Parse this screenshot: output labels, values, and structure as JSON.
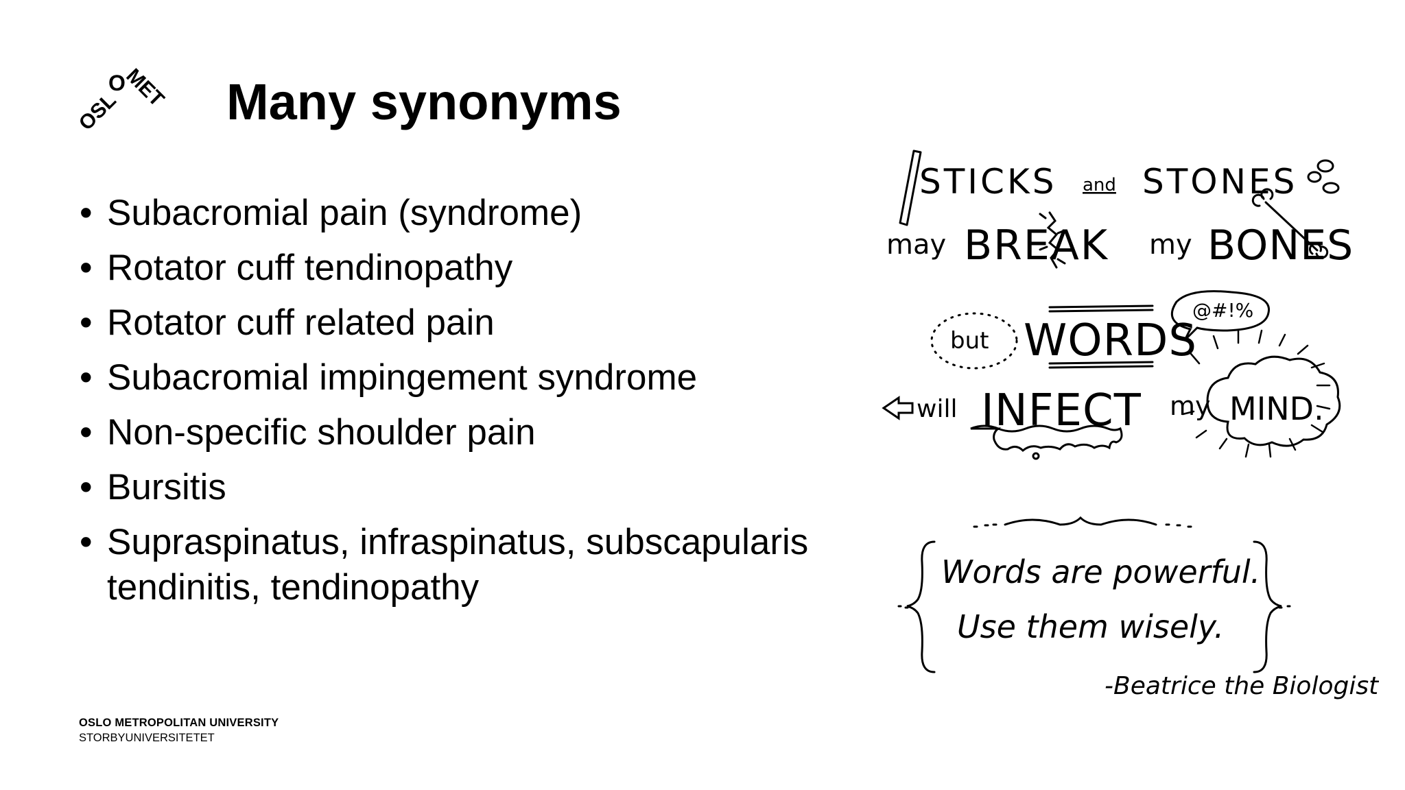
{
  "logo": {
    "text": "OSLOMET"
  },
  "title": "Many synonyms",
  "bullets": [
    "Subacromial pain (syndrome)",
    "Rotator cuff tendinopathy",
    "Rotator cuff related pain",
    "Subacromial impingement syndrome",
    "Non-specific shoulder pain",
    "Bursitis",
    "Supraspinatus, infraspinatus, subscapularis tendinitis, tendinopathy"
  ],
  "bullet_symbol": "•",
  "footer": {
    "university": "OSLO METROPOLITAN UNIVERSITY",
    "norwegian": "STORBYUNIVERSITETET"
  },
  "illustration": {
    "line1_a": "STICKS",
    "line1_b": "and",
    "line1_c": "STONES",
    "line2_a": "may",
    "line2_b": "BREAK",
    "line2_c": "my",
    "line2_d": "BONES",
    "line3_a": "but",
    "line3_b": "WORDS",
    "line3_bubble": "@#!%",
    "line4_a": "will",
    "line4_b": "INFECT",
    "line4_c": "my",
    "line4_d": "MIND.",
    "quote_line1": "Words are powerful.",
    "quote_line2": "Use them wisely.",
    "attribution": "-Beatrice the Biologist"
  }
}
